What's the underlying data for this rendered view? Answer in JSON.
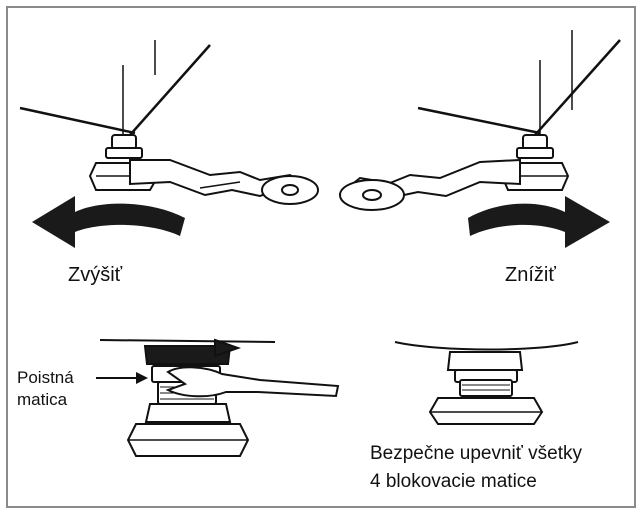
{
  "labels": {
    "raise": "Zvýšiť",
    "lower": "Znížiť",
    "lock_nut_line1": "Poistná",
    "lock_nut_line2": "matica",
    "secure_line1": "Bezpečne upevniť všetky",
    "secure_line2": "4 blokovacie matice"
  },
  "colors": {
    "ink": "#111111",
    "arrow": "#1a1a1a",
    "frame": "#8a8a8a",
    "background": "#ffffff"
  },
  "icons": [
    "curved-arrow-left-icon",
    "curved-arrow-right-icon",
    "wrench-icon",
    "hex-nut-icon"
  ]
}
